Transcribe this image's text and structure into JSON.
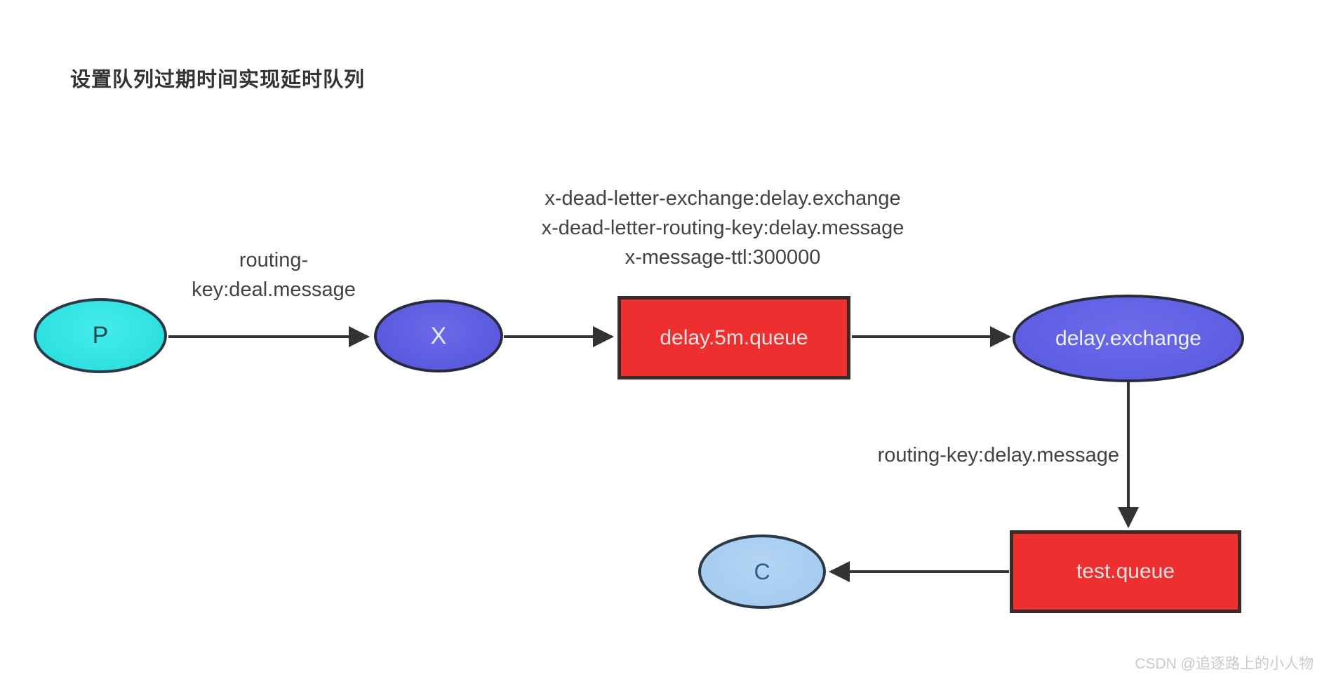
{
  "title": "设置队列过期时间实现延时队列",
  "diagram": {
    "nodes": {
      "producer": {
        "label": "P",
        "fill": "#2fe0e0"
      },
      "exchange_x": {
        "label": "X",
        "fill": "#5a5adf"
      },
      "delay_queue": {
        "label": "delay.5m.queue",
        "fill": "#ee2f2f"
      },
      "delay_exchange": {
        "label": "delay.exchange",
        "fill": "#5e5ee2"
      },
      "test_queue": {
        "label": "test.queue",
        "fill": "#ee2f2f"
      },
      "consumer": {
        "label": "C",
        "fill": "#a6ccf0"
      }
    },
    "labels": {
      "producer_routing_key": "routing-\nkey:deal.message",
      "queue_args": "x-dead-letter-exchange:delay.exchange\nx-dead-letter-routing-key:delay.message\nx-message-ttl:300000",
      "delay_routing_key": "routing-key:delay.message"
    },
    "colors": {
      "ellipse_border": "#2b3947",
      "rect_border": "#3a2b28",
      "arrow": "#333333",
      "label_text": "#424242",
      "title_text": "#333333",
      "watermark_text": "#c9c9c9"
    }
  },
  "watermark": "CSDN @追逐路上的小人物"
}
